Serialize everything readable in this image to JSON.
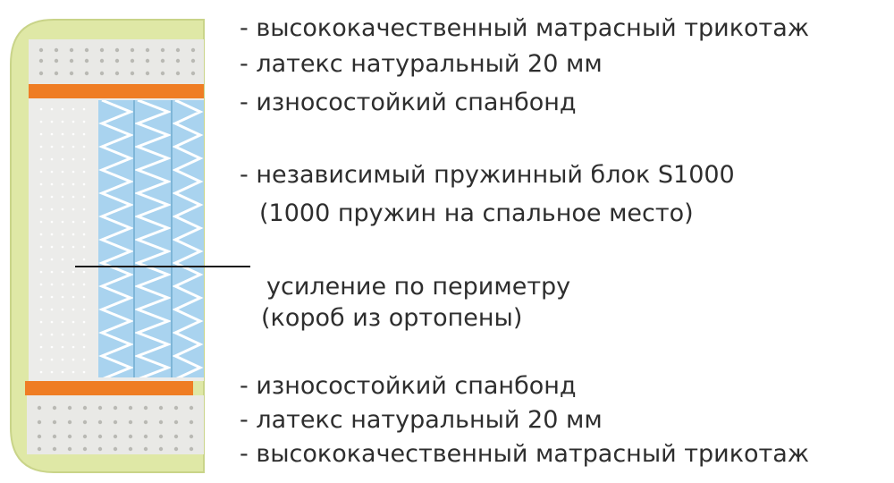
{
  "labels": {
    "top_knit": "- высококачественный матрасный трикотаж",
    "top_latex": "- латекс натуральный 20 мм",
    "top_spunbond": "- износостойкий спанбонд",
    "spring_block": "- независимый пружинный блок S1000",
    "spring_count": "(1000 пружин на спальное место)",
    "perimeter": "усиление по периметру",
    "perimeter_box": "(короб из ортопены)",
    "bottom_spunbond": "- износостойкий спанбонд",
    "bottom_latex": "- латекс натуральный 20 мм",
    "bottom_knit": "- высококачественный матрасный трикотаж"
  },
  "colors": {
    "cover": "#dfe8a6",
    "cover_edge": "#c9d489",
    "latex": "#e9e9e6",
    "spunbond": "#ef7d24",
    "foam": "#ececea",
    "springs": "#a9d3ef",
    "spring_lines": "#ffffff",
    "text": "#2e2e2e"
  }
}
